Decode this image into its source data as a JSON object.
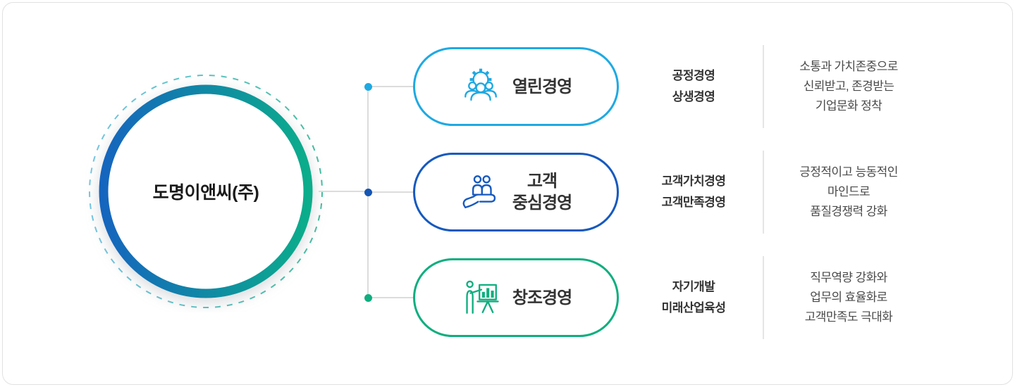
{
  "company": {
    "name": "도명이앤씨(주)"
  },
  "colors": {
    "row_open_accent": "#1FA9E2",
    "row_customer_accent": "#1659BE",
    "row_creative_accent": "#0FAE7E",
    "ring_gradient_left": "#1565BE",
    "ring_gradient_right": "#0BAD8B",
    "dashed_circle_left": "#74C6E3",
    "dashed_circle_right": "#44BE9F",
    "connector_line": "#dcdcdc",
    "divider_line": "#e5e5e5",
    "title_text": "#333333",
    "description_text": "#4a4a4a"
  },
  "rows": [
    {
      "title_line1": "열린경영",
      "title_line2": "",
      "icon": "gear-team-icon",
      "accent": "#1FA9E2",
      "keyword1": "공정경영",
      "keyword2": "상생경영",
      "desc1": "소통과 가치존중으로",
      "desc2": "신뢰받고, 존경받는",
      "desc3": "기업문화 정착"
    },
    {
      "title_line1": "고객",
      "title_line2": "중심경영",
      "icon": "hand-people-icon",
      "accent": "#1659BE",
      "keyword1": "고객가치경영",
      "keyword2": "고객만족경영",
      "desc1": "긍정적이고 능동적인",
      "desc2": "마인드로",
      "desc3": "품질경쟁력 강화"
    },
    {
      "title_line1": "창조경영",
      "title_line2": "",
      "icon": "presenter-chart-icon",
      "accent": "#0FAE7E",
      "keyword1": "자기개발",
      "keyword2": "미래산업육성",
      "desc1": "직무역량 강화와",
      "desc2": "업무의 효율화로",
      "desc3": "고객만족도 극대화"
    }
  ]
}
